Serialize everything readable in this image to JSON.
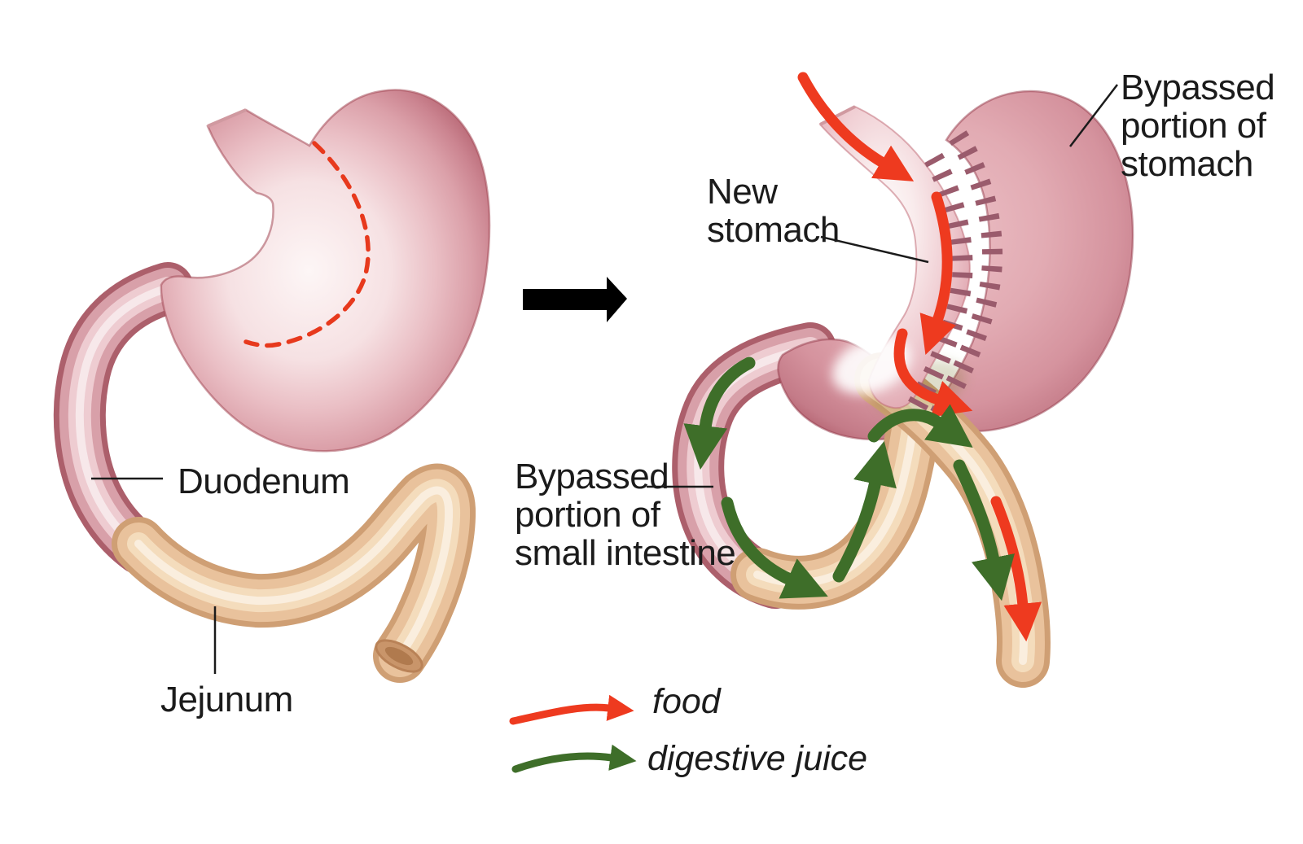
{
  "left_panel": {
    "duodenum_label": "Duodenum",
    "jejunum_label": "Jejunum"
  },
  "right_panel": {
    "new_stomach_label": [
      "New",
      "stomach"
    ],
    "bypassed_stomach_label": [
      "Bypassed",
      "portion of",
      "stomach"
    ],
    "bypassed_intestine_label": [
      "Bypassed",
      "portion of",
      "small intestine"
    ]
  },
  "legend": {
    "food_label": "food",
    "digestive_juice_label": "digestive juice"
  },
  "colors": {
    "food_arrow": "#ee3a1f",
    "digestive_juice_arrow": "#3e6e29",
    "incision_dash": "#e7391d",
    "staple": "#9a5b6c",
    "transform_arrow": "#000000",
    "text": "#1b1b1b",
    "stomach_pink": "#dca4ac",
    "intestine_tan": "#e9c29a"
  }
}
